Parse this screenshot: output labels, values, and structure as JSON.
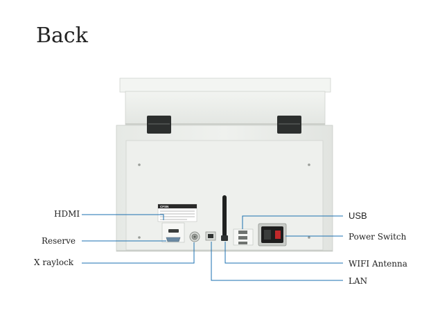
{
  "heading": "Back",
  "labels": {
    "hdmi": "HDMI",
    "reserve": "Reserve",
    "xraylock": "X raylock",
    "usb": "USB",
    "power_switch": "Power Switch",
    "wifi_antenna": "WIFI Antenna",
    "lan": "LAN"
  },
  "device_plate": {
    "brand": "CFSN"
  },
  "colors": {
    "leader_line": "#1a6fb0",
    "housing": "#ecefea",
    "housing_shade": "#d5d9d4",
    "latch": "#2c2f2e",
    "power_module": "#1e1e1e",
    "power_switch": "#c0282a"
  }
}
